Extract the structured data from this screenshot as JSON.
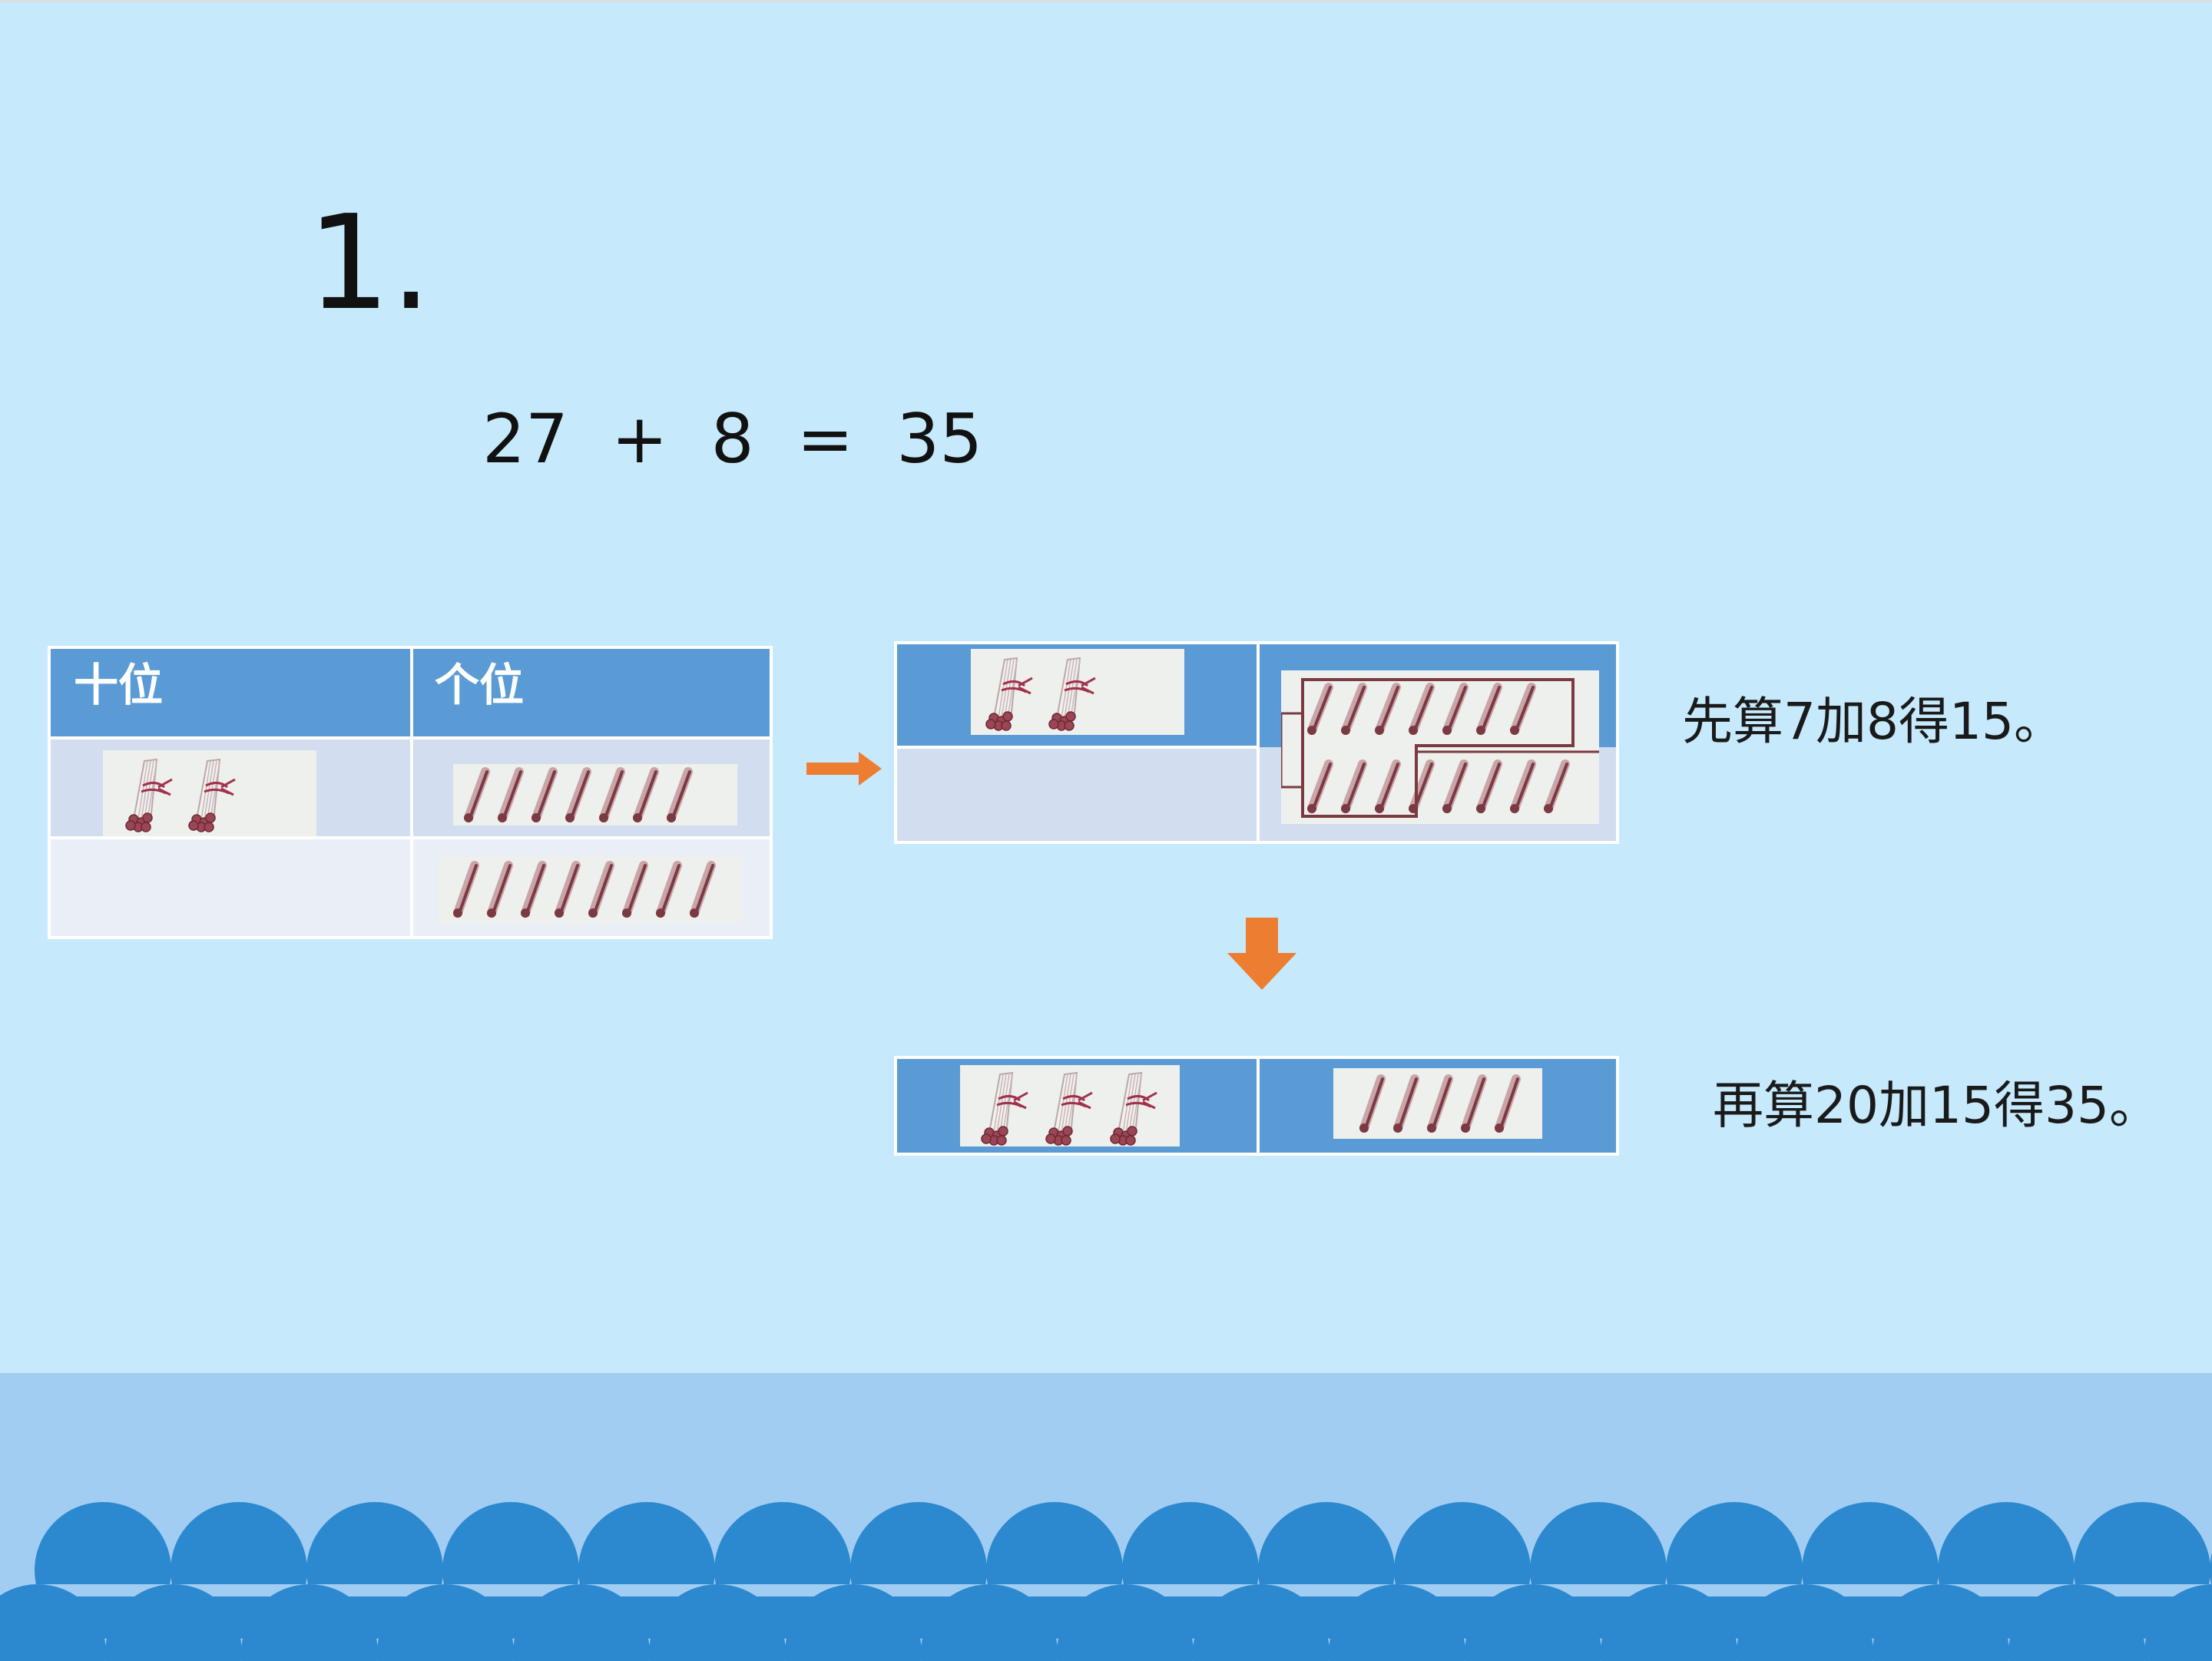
{
  "problem": {
    "number": "1.",
    "equation": "27  +  8  =  35"
  },
  "left_table": {
    "tens_header": "十位",
    "ones_header": "个位",
    "row1": {
      "tens_bundles": 2,
      "ones_sticks": 7
    },
    "row2": {
      "tens_bundles": 0,
      "ones_sticks": 8
    }
  },
  "middle_table": {
    "tens_bundles": 2,
    "ones_top_group": 7,
    "ones_bottom_group": 8
  },
  "result_table": {
    "tens_bundles": 3,
    "ones_sticks": 5
  },
  "notes": {
    "step1": "先算7加8得15。",
    "step2": "再算20加15得35。"
  },
  "colors": {
    "background": "#c6e9fc",
    "header_blue": "#5b9bd5",
    "row_light": "#d2ddef",
    "row_lighter": "#e9eef7",
    "arrow_orange": "#ed7d31",
    "footer_band": "#a1cdf2",
    "scallop_blue": "#2c88cf",
    "stick_maroon": "#7b3a42"
  },
  "icons": {
    "bundle": "stick-bundle-icon",
    "stick": "counting-stick-icon",
    "arrow_right": "arrow-right-icon",
    "arrow_down": "arrow-down-icon"
  }
}
